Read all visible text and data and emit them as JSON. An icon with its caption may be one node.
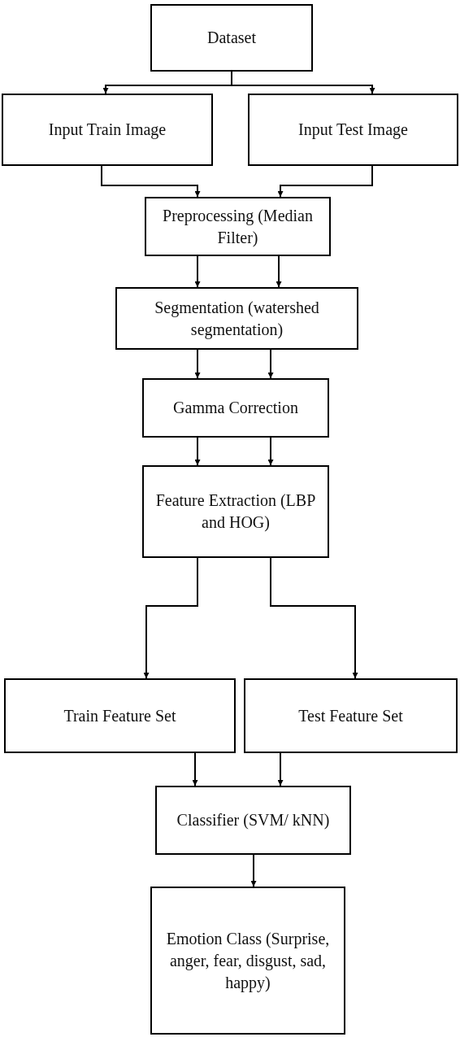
{
  "diagram": {
    "nodes": [
      {
        "text": [
          "Dataset"
        ]
      },
      {
        "text": [
          "Input Train Image"
        ]
      },
      {
        "text": [
          "Input Test Image"
        ]
      },
      {
        "text": [
          "Preprocessing (Median Filter)"
        ]
      },
      {
        "text": [
          "Segmentation (watershed segmentation)"
        ]
      },
      {
        "text": [
          "Gamma Correction"
        ]
      },
      {
        "text": [
          "Feature Extraction (LBP and HOG)"
        ]
      },
      {
        "text": [
          "Train Feature Set"
        ]
      },
      {
        "text": [
          "Test Feature Set"
        ]
      },
      {
        "text": [
          "Classifier (SVM/ kNN)"
        ]
      },
      {
        "text": [
          "Emotion Class (Surprise, anger, fear, disgust, sad, happy)"
        ]
      }
    ],
    "edges": [
      {
        "from": 0,
        "to": 1,
        "arrow": "to"
      },
      {
        "from": 0,
        "to": 2,
        "arrow": "to"
      },
      {
        "from": 1,
        "to": 3,
        "arrow": "to"
      },
      {
        "from": 2,
        "to": 3,
        "arrow": "to"
      },
      {
        "from": 3,
        "to": 4,
        "arrow": "to"
      },
      {
        "from": 3,
        "to": 4,
        "arrow": "to"
      },
      {
        "from": 4,
        "to": 5,
        "arrow": "to"
      },
      {
        "from": 4,
        "to": 5,
        "arrow": "to"
      },
      {
        "from": 5,
        "to": 6,
        "arrow": "to"
      },
      {
        "from": 5,
        "to": 6,
        "arrow": "to"
      },
      {
        "from": 6,
        "to": 7,
        "arrow": "to"
      },
      {
        "from": 6,
        "to": 8,
        "arrow": "to"
      },
      {
        "from": 7,
        "to": 9,
        "arrow": "to"
      },
      {
        "from": 8,
        "to": 9,
        "arrow": "to"
      },
      {
        "from": 9,
        "to": 10,
        "arrow": "to"
      }
    ]
  }
}
